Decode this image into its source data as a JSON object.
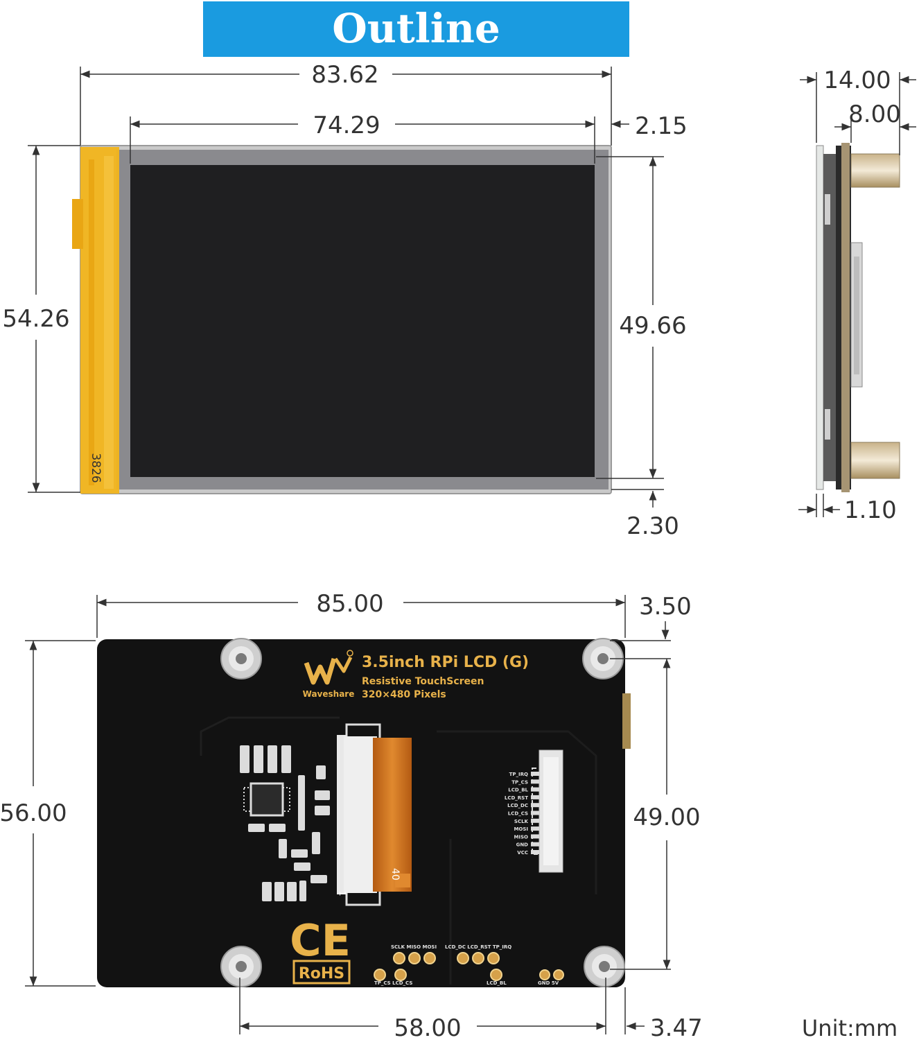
{
  "title": "Outline Dimensions",
  "unit_label": "Unit:mm",
  "colors": {
    "title_bg": "#1a9be0",
    "dimension_line": "#333333",
    "pcb": "#121212",
    "silkscreen": "#e8b24a",
    "tape": "#f2b51c"
  },
  "front_view": {
    "overall_width": "83.62",
    "active_width": "74.29",
    "right_offset": "2.15",
    "overall_height": "54.26",
    "active_height": "49.66",
    "bottom_offset": "2.30",
    "tape_label": "3826"
  },
  "side_view": {
    "overall_depth": "14.00",
    "connector_depth": "8.00",
    "glass_thickness": "1.10"
  },
  "back_view": {
    "overall_width": "85.00",
    "hole_offset_top": "3.50",
    "overall_height": "56.00",
    "hole_spacing_vertical": "49.00",
    "hole_spacing_horizontal": "58.00",
    "hole_offset_right": "3.47",
    "product_name": "3.5inch RPi LCD (G)",
    "product_subtitle1": "Resistive TouchScreen",
    "product_subtitle2": "320×480 Pixels",
    "brand": "Waveshare",
    "cert_ce": "CE",
    "cert_rohs": "RoHS",
    "fpc_label": "40",
    "fpc_label2": "1",
    "pin_labels": [
      "TP_IRQ",
      "TP_CS",
      "LCD_BL",
      "LCD_RST",
      "LCD_DC",
      "LCD_CS",
      "SCLK",
      "MOSI",
      "MISO",
      "GND",
      "VCC"
    ],
    "pad_labels_top_left": "SCLK MISO MOSI",
    "pad_labels_top_right": "LCD_DC LCD_RST TP_IRQ",
    "pad_labels_bottom_left": "TP_CS LCD_CS",
    "pad_labels_bottom_mid": "LCD_BL",
    "pad_labels_bottom_right": "GND 5V"
  }
}
